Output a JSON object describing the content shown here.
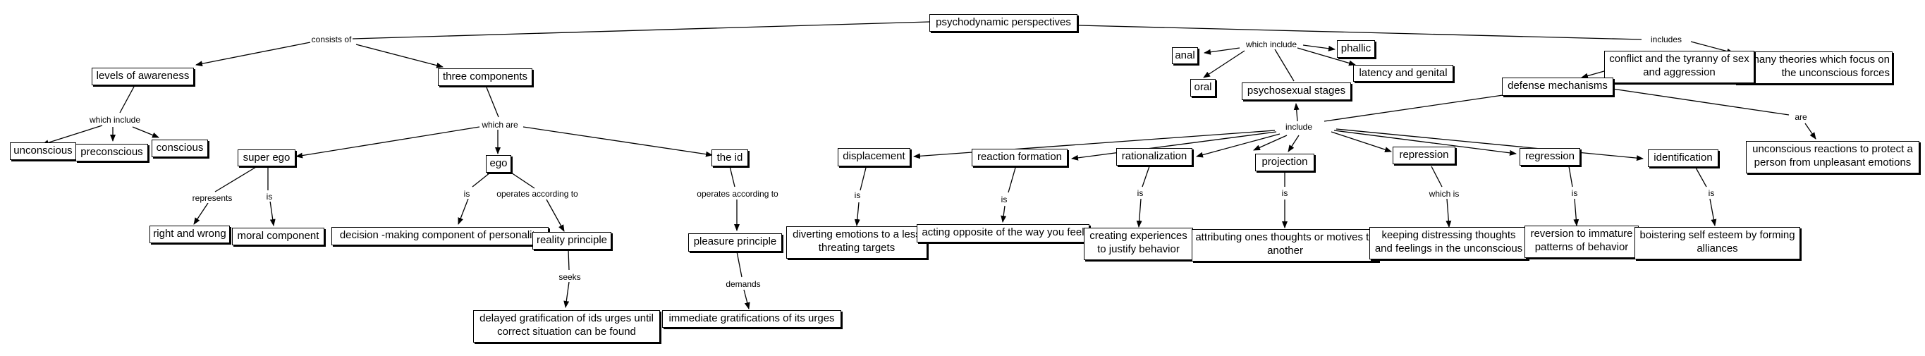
{
  "concept_map": {
    "root": "psychodynamic perspectives",
    "nodes": {
      "levels": "levels of awareness",
      "unconscious": "unconscious",
      "preconscious": "preconscious",
      "conscious": "conscious",
      "three": "three components",
      "superego": "super ego",
      "ego": "ego",
      "id": "the id",
      "right_wrong": "right and wrong",
      "moral": "moral component",
      "decision": "decision -making  component of personality",
      "reality": "reality principle",
      "delayed": "delayed gratification of ids urges until correct situation can be found",
      "pleasure": "pleasure principle",
      "immediate": "immediate gratifications of its urges",
      "anal": "anal",
      "oral": "oral",
      "phallic": "phallic",
      "latency": "latency and genital",
      "psychosexual": "psychosexual stages",
      "conflict": "conflict and the tyranny of sex and aggression",
      "many": "many theories which focus on the unconscious forces",
      "defense": "defense mechanisms",
      "unconscious_reactions": "unconscious reactions  to protect a person from unpleasant emotions",
      "displacement": "displacement",
      "displacement_def": "diverting emotions to a less threating targets",
      "reaction": "reaction formation",
      "reaction_def": "acting opposite of the way you feel",
      "rationalization": "rationalization",
      "rationalization_def": "creating experiences to justify behavior",
      "projection": "projection",
      "projection_def": "attributing ones thoughts or motives to another",
      "repression": "repression",
      "repression_def": "keeping distressing thoughts and feelings in the unconscious",
      "regression": "regression",
      "regression_def": "reversion to immature patterns of behavior",
      "identification": "identification",
      "identification_def": "boistering self esteem by forming alliances"
    },
    "links": {
      "consists_of": "consists of",
      "includes": "includes",
      "which_include_1": "which include",
      "which_are": "which are",
      "represents": "represents",
      "is_superego": "is",
      "is_ego": "is",
      "operates_ego": "operates according to",
      "operates_id": "operates according to",
      "seeks": "seeks",
      "demands": "demands",
      "which_include_2": "which include",
      "include": "include",
      "are": "are",
      "is_displacement": "is",
      "is_reaction": "is",
      "is_rationalization": "is",
      "is_projection": "is",
      "which_is": "which is",
      "is_regression": "is",
      "is_identification": "is"
    }
  }
}
